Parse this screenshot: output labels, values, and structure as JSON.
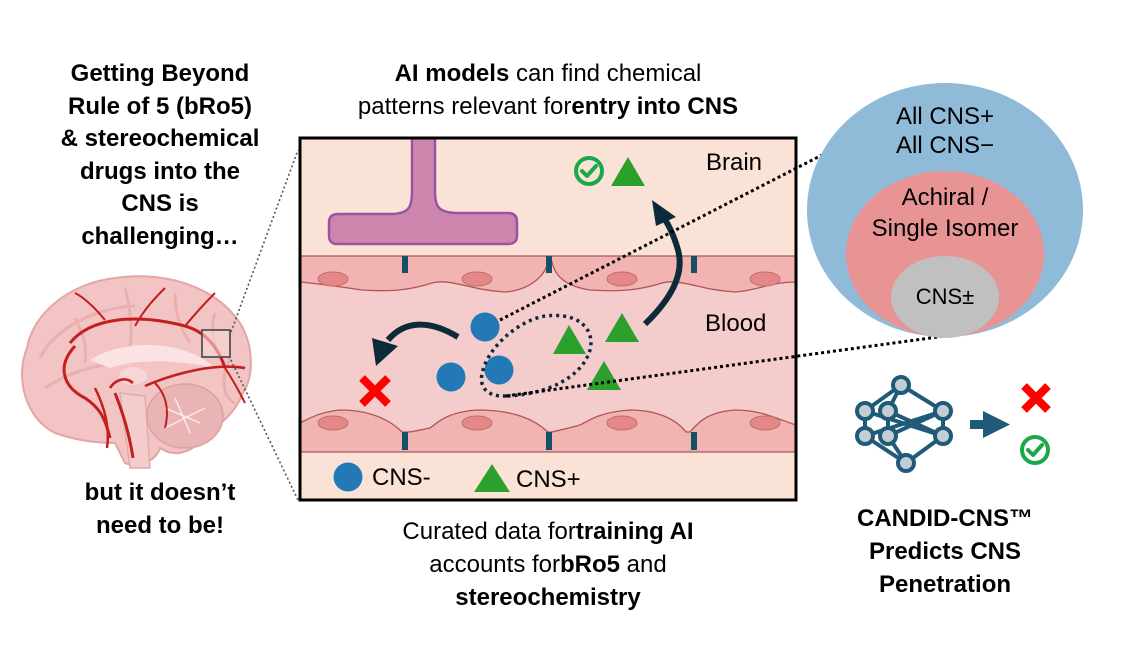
{
  "left_panel": {
    "headline_lines": [
      "Getting Beyond",
      "Rule of 5 (bRo5)",
      "& stereochemical",
      "drugs into the",
      "CNS is",
      "challenging…"
    ],
    "footer_lines": [
      "but it doesn’t",
      "need to be!"
    ],
    "brain_icon": "brain-sagittal-with-vessels",
    "zoom_box_icon": "zoom-region-square"
  },
  "center_panel": {
    "header": {
      "line1_bold": "AI models",
      "line1_normal": " can find chemical",
      "line2_normal": "patterns relevant for",
      "line2_bold": "entry into CNS"
    },
    "labels": {
      "brain": "Brain",
      "blood": "Blood"
    },
    "legend": [
      {
        "shape": "circle",
        "label": "CNS-",
        "color": "#2279b5"
      },
      {
        "shape": "triangle",
        "label": "CNS+",
        "color": "#2ca02c"
      }
    ],
    "footer": {
      "line1_normal": "Curated data for",
      "line1_bold": "training AI",
      "line2_normal": "accounts for",
      "line2_bold": "bRo5",
      "line2_tail": " and",
      "line3_bold": "stereochemistry"
    },
    "icons": {
      "pass": "check-circle-icon",
      "fail": "x-mark-icon",
      "enter_arrow": "curved-arrow-up-icon",
      "reject_arrow": "curved-arrow-left-icon"
    }
  },
  "venn": {
    "outer": {
      "lines": [
        "All CNS+",
        "All CNS−"
      ],
      "color": "#8fbbd9"
    },
    "middle": {
      "lines": [
        "Achiral /",
        "Single Isomer"
      ],
      "color": "#e99494"
    },
    "inner": {
      "lines": [
        "CNS±"
      ],
      "color": "#c0c0c0"
    }
  },
  "right_panel": {
    "model_icon": "neural-network-icon",
    "title_lines": [
      "CANDID-CNS™",
      "Predicts CNS",
      "Penetration"
    ]
  },
  "colors": {
    "brain_bg": "#fbe2d6",
    "blood_bg": "#f4cccc",
    "endothelium": "#f2b3b3",
    "junction": "#174f66",
    "neuron": "#cc85ac",
    "cns_minus": "#2279b5",
    "cns_plus": "#2ca02c",
    "arrow": "#0d2a3a",
    "fail": "#ff0000",
    "pass": "#1aa84a",
    "network": "#1f5a78"
  }
}
